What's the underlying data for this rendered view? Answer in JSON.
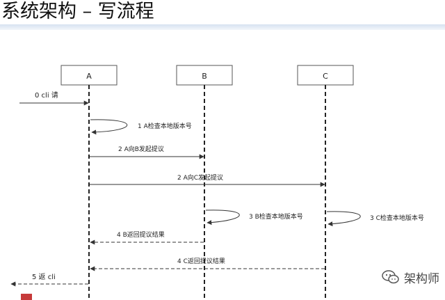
{
  "slide": {
    "title": "系统架构 – 写流程"
  },
  "actors": [
    {
      "id": "A",
      "label": "A"
    },
    {
      "id": "B",
      "label": "B"
    },
    {
      "id": "C",
      "label": "C"
    }
  ],
  "messages": {
    "m0": "0 cli 请",
    "m1": "1 A检查本地版本号",
    "m2ab": "2 A向B发起提议",
    "m2ac": "2 A向C发起提议",
    "m3b": "3 B检查本地版本号",
    "m3c": "3 C检查本地版本号",
    "m4b": "4 B返回提议结果",
    "m4c": "4 C返回提议结果",
    "m5": "5 返 cli"
  },
  "watermark": {
    "icon": "wechat-icon",
    "text": "架构师"
  },
  "colors": {
    "line": "#333333",
    "box_border": "#555555",
    "watermark": "#444444",
    "accent": "#c63a3a"
  }
}
